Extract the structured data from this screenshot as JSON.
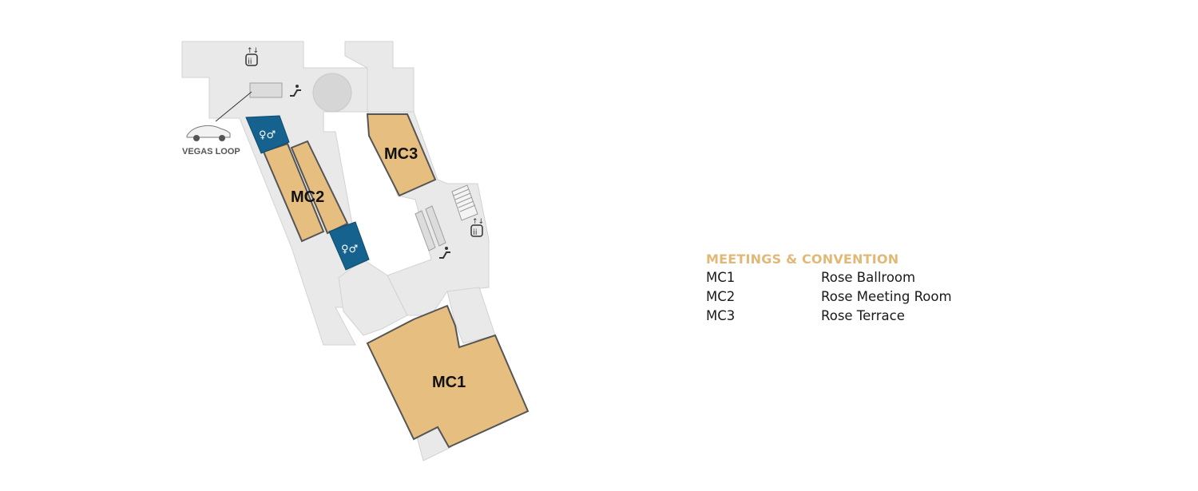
{
  "map": {
    "rooms": [
      {
        "code": "MC1"
      },
      {
        "code": "MC2"
      },
      {
        "code": "MC3"
      }
    ],
    "vegas_loop_label": "VEGAS LOOP",
    "icons": [
      "elevator-icon",
      "escalator-icon",
      "restroom-icon",
      "stairs-icon",
      "car-icon"
    ],
    "colors": {
      "floor": "#e9e9e9",
      "floor_outline": "#cfcfcf",
      "room": "#e6bf80",
      "room_outline": "#555555",
      "restroom": "#16628f"
    }
  },
  "legend": {
    "heading": "MEETINGS & CONVENTION",
    "items": [
      {
        "code": "MC1",
        "name": "Rose Ballroom"
      },
      {
        "code": "MC2",
        "name": "Rose Meeting Room"
      },
      {
        "code": "MC3",
        "name": "Rose Terrace"
      }
    ],
    "heading_color": "#e2b877"
  }
}
